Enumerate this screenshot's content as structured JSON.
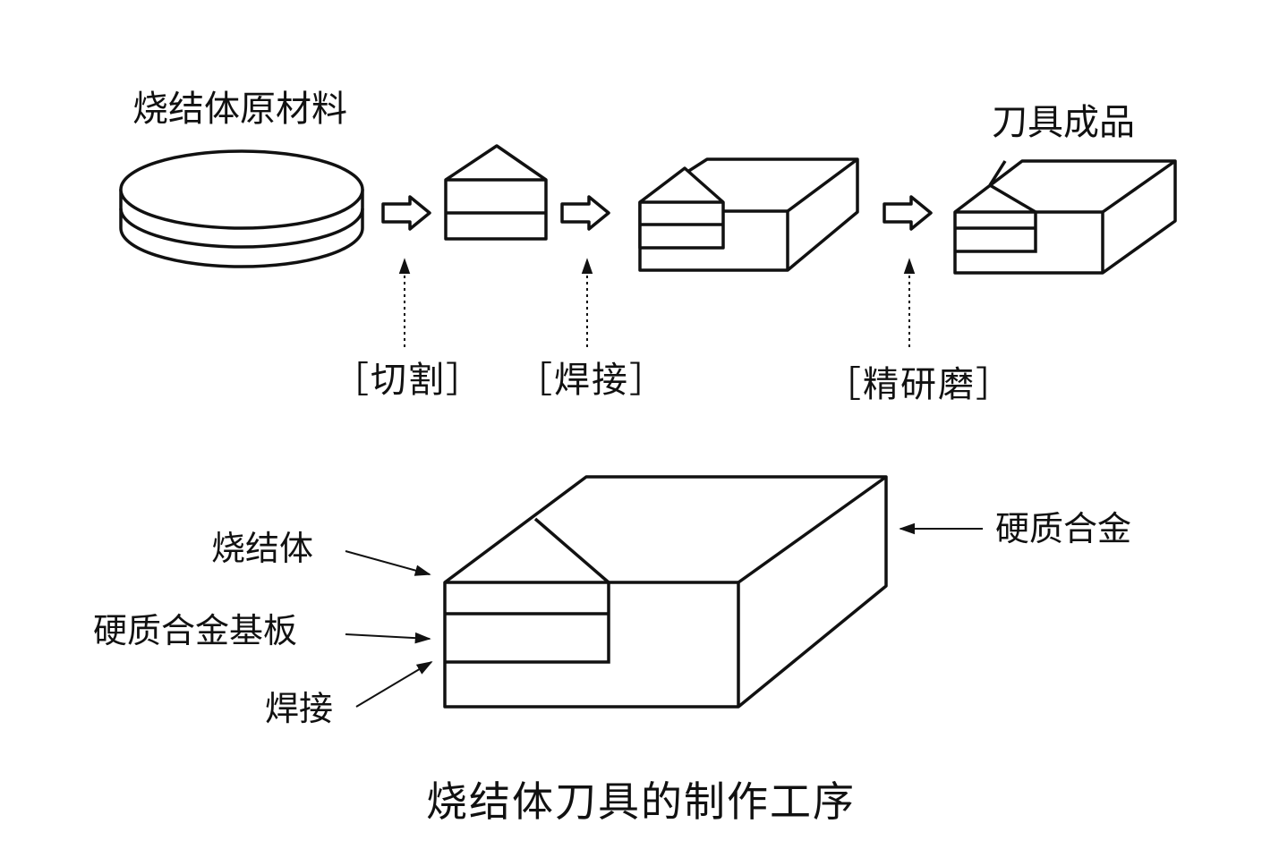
{
  "process": {
    "raw_material": "烧结体原材料",
    "finished_tool": "刀具成品",
    "steps": {
      "cutting": "［切割］",
      "welding": "［焊接］",
      "fine_grinding": "［精研磨］"
    }
  },
  "detail": {
    "sintered_body": "烧结体",
    "carbide_substrate": "硬质合金基板",
    "weld": "焊接",
    "carbide": "硬质合金"
  },
  "caption": "烧结体刀具的制作工序"
}
